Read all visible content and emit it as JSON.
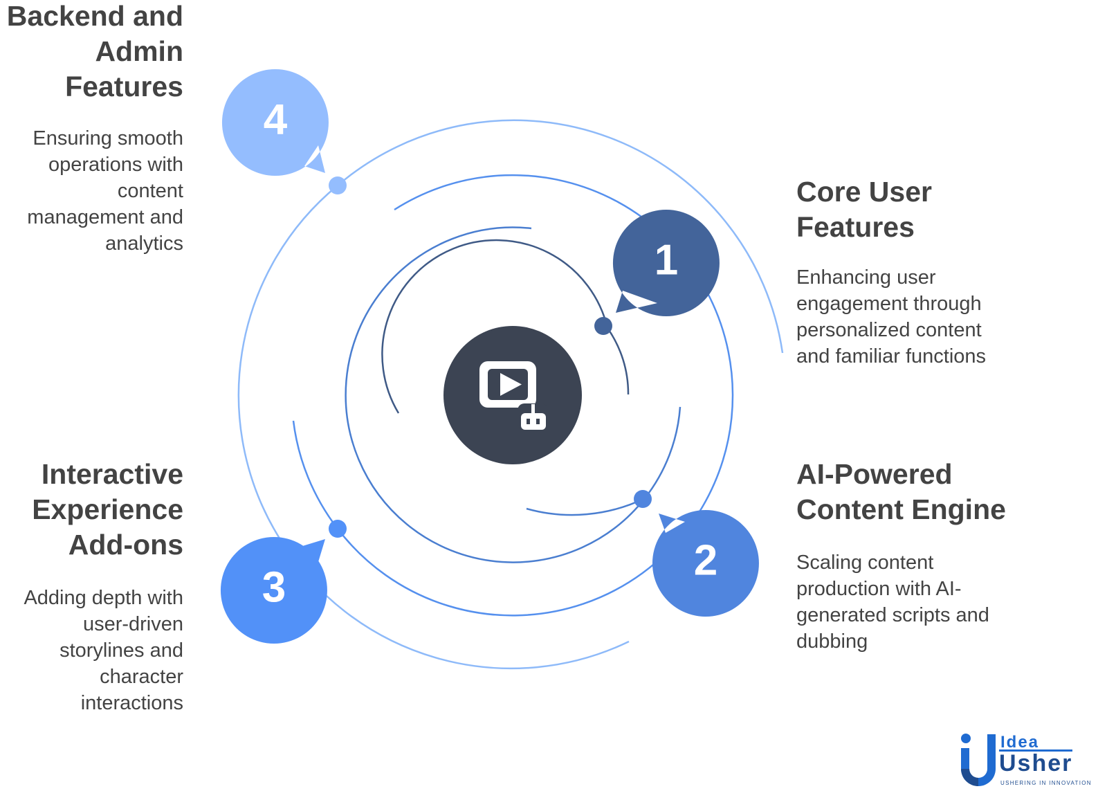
{
  "center": {
    "icon": "video-play-robot-icon",
    "color": "#3c4453"
  },
  "steps": [
    {
      "number": "1",
      "title": "Core User Features",
      "description": "Enhancing user engagement through personalized content and familiar functions",
      "color": "#43649a",
      "icon": "speech-bubble-icon"
    },
    {
      "number": "2",
      "title": "AI-Powered Content Engine",
      "description": "Scaling content production with AI-generated scripts and dubbing",
      "color": "#5085de",
      "icon": "speech-bubble-icon"
    },
    {
      "number": "3",
      "title": "Interactive Experience Add-ons",
      "description": "Adding depth with user-driven storylines and character interactions",
      "color": "#5291f8",
      "icon": "speech-bubble-icon"
    },
    {
      "number": "4",
      "title": "Backend and Admin Features",
      "description": "Ensuring smooth operations with content management and analytics",
      "color": "#94bdfe",
      "icon": "speech-bubble-icon"
    }
  ],
  "logo": {
    "word_top": "Idea",
    "word_bottom": "Usher",
    "tagline": "USHERING IN INNOVATION",
    "icon": "idea-usher-u-logo-icon",
    "colors": [
      "#1f6bd1",
      "#1f4c8f"
    ]
  }
}
